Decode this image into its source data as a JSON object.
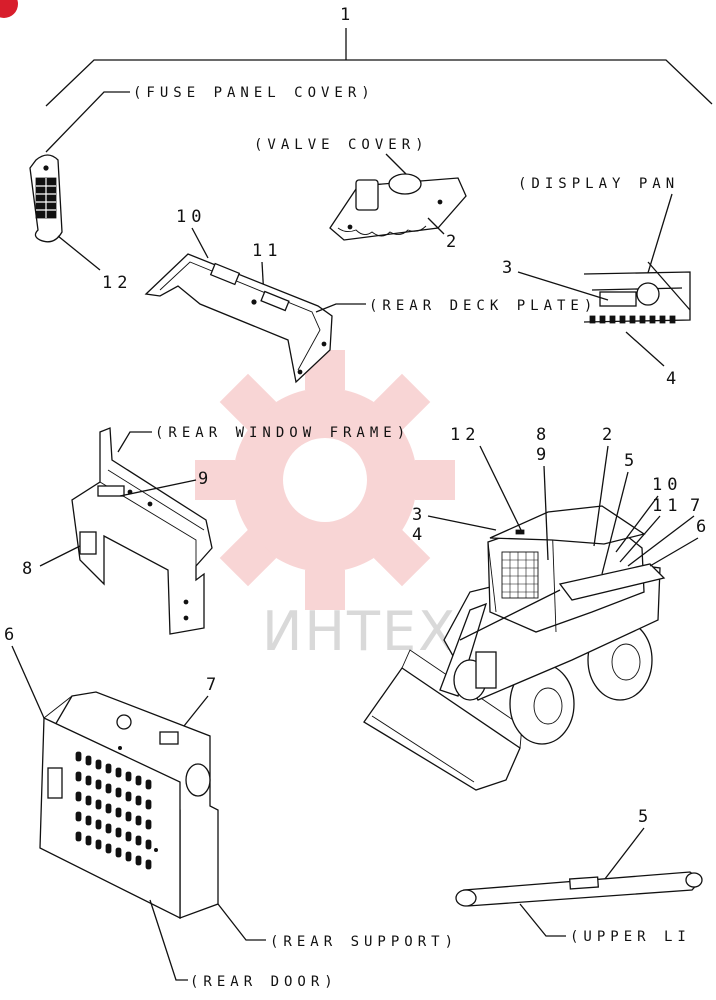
{
  "labels": {
    "fuse_panel_cover": "(FUSE PANEL COVER)",
    "valve_cover": "(VALVE COVER)",
    "display_panel": "(DISPLAY PAN",
    "rear_deck_plate": "(REAR DECK PLATE)",
    "rear_window_frame": "(REAR WINDOW FRAME)",
    "rear_support": "(REAR SUPPORT)",
    "rear_door": "(REAR DOOR)",
    "upper_link": "(UPPER LI"
  },
  "callouts": {
    "assembly": "1",
    "valve_cover": "2",
    "display_3": "3",
    "display_4": "4",
    "upper_link": "5",
    "rear_door": "6",
    "rear_support": "7",
    "window_8": "8",
    "window_9": "9",
    "deck_10": "10",
    "deck_11": "11",
    "fuse": "12",
    "loader": [
      "12",
      "8",
      "9",
      "2",
      "5",
      "10",
      "11",
      "7",
      "6",
      "3",
      "4"
    ]
  },
  "watermark": {
    "text": "ИНТЕХ",
    "color": "#f4b3b3"
  },
  "corner_badge_color": "#d81e2c"
}
